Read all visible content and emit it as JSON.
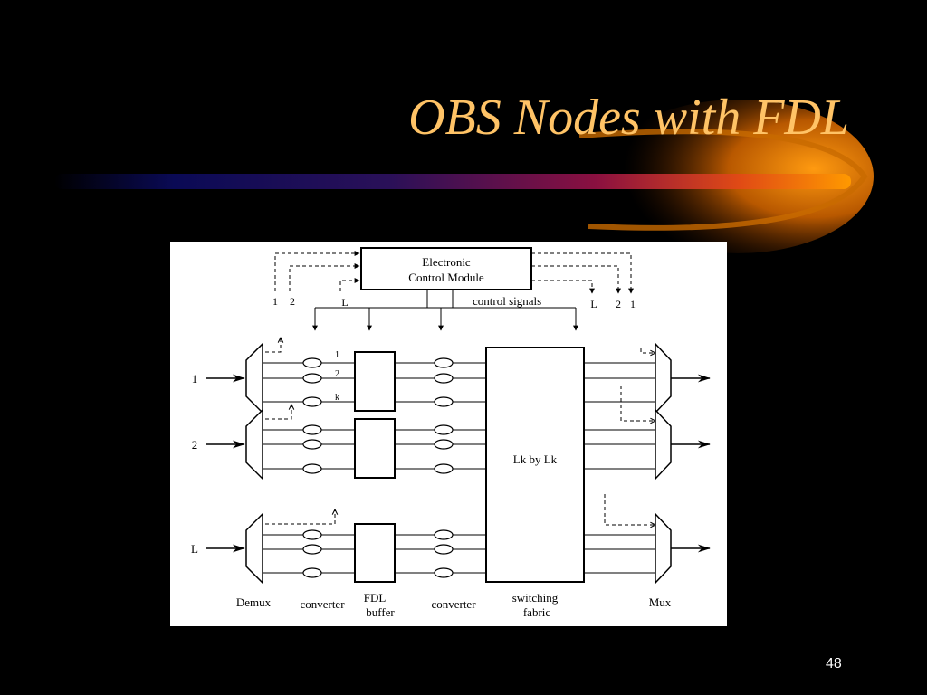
{
  "slide": {
    "title": "OBS Nodes with FDL",
    "page_number": "48",
    "colors": {
      "background": "#000000",
      "title": "#ffc366",
      "swoosh_end": "#ff9900"
    }
  },
  "diagram": {
    "control_module": {
      "line1": "Electronic",
      "line2": "Control Module"
    },
    "control_signals_label": "control signals",
    "left_feedback_labels": [
      "1",
      "2",
      "L"
    ],
    "right_feedback_labels": [
      "L",
      "2",
      "1"
    ],
    "input_labels": [
      "1",
      "2",
      "L"
    ],
    "wavelength_labels": [
      "1",
      "2",
      "k"
    ],
    "switch_label": "Lk by Lk",
    "captions": {
      "demux": "Demux",
      "converter_left": "converter",
      "fdl_line1": "FDL",
      "fdl_line2": "buffer",
      "converter_right": "converter",
      "fabric_line1": "switching",
      "fabric_line2": "fabric",
      "mux": "Mux"
    }
  }
}
